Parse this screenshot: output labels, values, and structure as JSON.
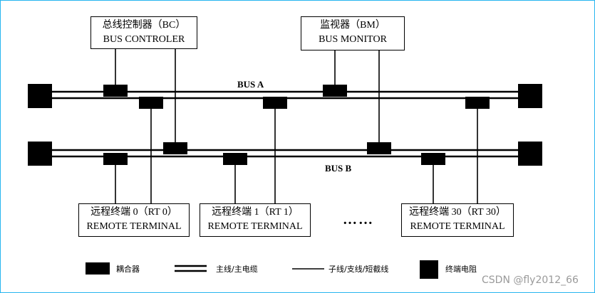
{
  "diagram": {
    "bus_a_label": "BUS  A",
    "bus_b_label": "BUS  B",
    "bc": {
      "line1": "总线控制器（BC）",
      "line2": "BUS  CONTROLER"
    },
    "bm": {
      "line1": "监视器（BM）",
      "line2": "BUS MONITOR"
    },
    "rt0": {
      "line1": "远程终端 0（RT 0）",
      "line2": "REMOTE TERMINAL"
    },
    "rt1": {
      "line1": "远程终端 1（RT 1）",
      "line2": "REMOTE TERMINAL"
    },
    "rt30": {
      "line1": "远程终端 30（RT 30）",
      "line2": "REMOTE TERMINAL"
    },
    "ellipsis": "……"
  },
  "legend": {
    "coupler": "耦合器",
    "main_cable": "主线/主电缆",
    "stub": "子线/支线/短截线",
    "terminator": "终端电阻"
  },
  "watermark": "CSDN @fly2012_66"
}
